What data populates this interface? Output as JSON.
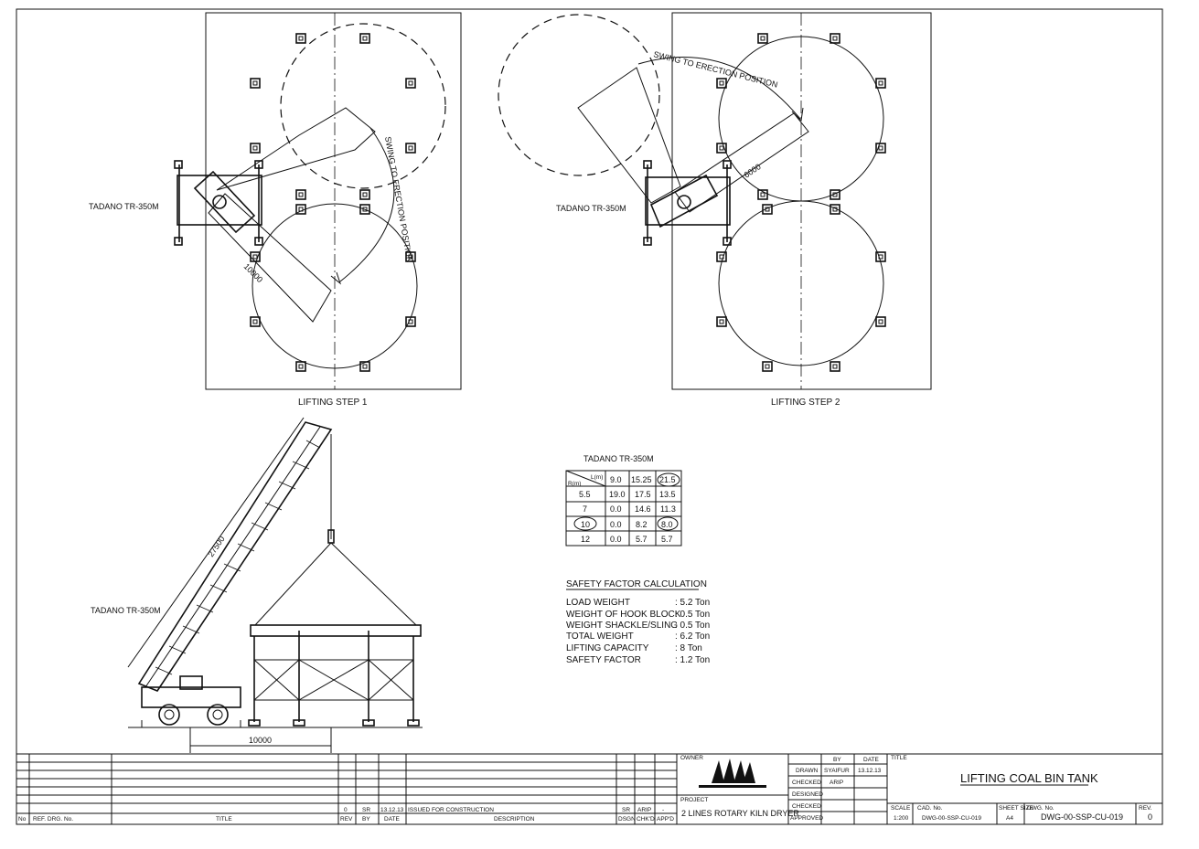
{
  "step1": {
    "label": "LIFTING STEP 1",
    "crane_label": "TADANO TR-350M",
    "radius_dim": "10000",
    "swing_text": "SWING TO ERECTION POSITION"
  },
  "step2": {
    "label": "LIFTING STEP 2",
    "crane_label": "TADANO TR-350M",
    "radius_dim": "6000",
    "swing_text": "SWING TO ERECTION POSITION"
  },
  "elevation": {
    "crane_label": "TADANO TR-350M",
    "boom_dim": "27500",
    "base_dim": "10000"
  },
  "load_chart": {
    "title": "TADANO TR-350M",
    "header_r": "R(m)",
    "header_l": "L(m)",
    "columns": [
      "9.0",
      "15.25",
      "21.5"
    ],
    "rows": [
      {
        "r": "5.5",
        "v": [
          "19.0",
          "17.5",
          "13.5"
        ]
      },
      {
        "r": "7",
        "v": [
          "0.0",
          "14.6",
          "11.3"
        ]
      },
      {
        "r": "10",
        "v": [
          "0.0",
          "8.2",
          "8.0"
        ]
      },
      {
        "r": "12",
        "v": [
          "0.0",
          "5.7",
          "5.7"
        ]
      }
    ]
  },
  "safety": {
    "title": "SAFETY FACTOR CALCULATION",
    "items": [
      {
        "label": "LOAD WEIGHT",
        "value": ": 5.2 Ton"
      },
      {
        "label": "WEIGHT OF HOOK BLOCK",
        "value": ": 0.5 Ton"
      },
      {
        "label": "WEIGHT SHACKLE/SLING",
        "value": ": 0.5 Ton"
      },
      {
        "label": "TOTAL WEIGHT",
        "value": ": 6.2 Ton"
      },
      {
        "label": "LIFTING CAPACITY",
        "value": ": 8 Ton"
      },
      {
        "label": "SAFETY FACTOR",
        "value": ": 1.2 Ton"
      }
    ]
  },
  "title_block": {
    "rev_headers": {
      "no": "No",
      "ref_drg": "REF. DRG. No.",
      "title": "TITLE",
      "rev": "REV",
      "by": "BY",
      "date": "DATE",
      "description": "DESCRIPTION",
      "dsgn": "DSGN",
      "chkd": "CHK'D",
      "appd": "APP'D"
    },
    "rev_row": {
      "rev": "0",
      "by": "SR",
      "date": "13.12.13",
      "description": "ISSUED FOR CONSTRUCTION",
      "dsgn": "SR",
      "chkd": "ARIP",
      "appd": "-"
    },
    "owner_label": "OWNER",
    "project_label": "PROJECT",
    "project_value": "2 LINES ROTARY KILN DRYER",
    "sign_header_by": "BY",
    "sign_header_date": "DATE",
    "drawn_label": "DRAWN",
    "drawn_by": "SYAIFUR",
    "drawn_date": "13.12.13",
    "checked_label": "CHECKED",
    "checked_by": "ARIP",
    "designed_label": "DESIGNED",
    "checked2_label": "CHECKED",
    "approved_label": "APPROVED",
    "title_label": "TITLE",
    "drawing_title": "LIFTING COAL BIN TANK",
    "scale_label": "SCALE",
    "scale_value": "1:200",
    "cad_label": "CAD. No.",
    "cad_value": "DWG-00-SSP-CU-019",
    "sheet_label": "SHEET SIZE",
    "sheet_value": "A4",
    "dwg_label": "DWG. No.",
    "dwg_value": "DWG-00-SSP-CU-019",
    "rev_label": "REV.",
    "rev_value": "0"
  }
}
